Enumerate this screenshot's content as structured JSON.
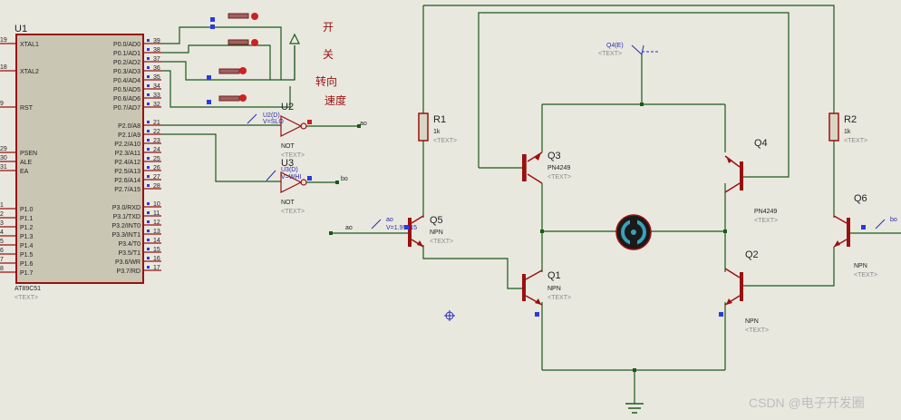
{
  "mcu": {
    "ref": "U1",
    "part": "AT89C51",
    "text_placeholder": "<TEXT>",
    "left_pins": [
      {
        "num": "19",
        "name": "XTAL1"
      },
      {
        "num": "18",
        "name": "XTAL2"
      },
      {
        "num": "9",
        "name": "RST"
      },
      {
        "num": "29",
        "name": "PSEN"
      },
      {
        "num": "30",
        "name": "ALE"
      },
      {
        "num": "31",
        "name": "EA"
      },
      {
        "num": "1",
        "name": "P1.0"
      },
      {
        "num": "2",
        "name": "P1.1"
      },
      {
        "num": "3",
        "name": "P1.2"
      },
      {
        "num": "4",
        "name": "P1.3"
      },
      {
        "num": "5",
        "name": "P1.4"
      },
      {
        "num": "6",
        "name": "P1.5"
      },
      {
        "num": "7",
        "name": "P1.6"
      },
      {
        "num": "8",
        "name": "P1.7"
      }
    ],
    "right_pins": [
      {
        "num": "39",
        "name": "P0.0/AD0"
      },
      {
        "num": "38",
        "name": "P0.1/AD1"
      },
      {
        "num": "37",
        "name": "P0.2/AD2"
      },
      {
        "num": "36",
        "name": "P0.3/AD3"
      },
      {
        "num": "35",
        "name": "P0.4/AD4"
      },
      {
        "num": "34",
        "name": "P0.5/AD5"
      },
      {
        "num": "33",
        "name": "P0.6/AD6"
      },
      {
        "num": "32",
        "name": "P0.7/AD7"
      },
      {
        "num": "21",
        "name": "P2.0/A8"
      },
      {
        "num": "22",
        "name": "P2.1/A9"
      },
      {
        "num": "23",
        "name": "P2.2/A10"
      },
      {
        "num": "24",
        "name": "P2.3/A11"
      },
      {
        "num": "25",
        "name": "P2.4/A12"
      },
      {
        "num": "26",
        "name": "P2.5/A13"
      },
      {
        "num": "27",
        "name": "P2.6/A14"
      },
      {
        "num": "28",
        "name": "P2.7/A15"
      },
      {
        "num": "10",
        "name": "P3.0/RXD"
      },
      {
        "num": "11",
        "name": "P3.1/TXD"
      },
      {
        "num": "12",
        "name": "P3.2/INT0"
      },
      {
        "num": "13",
        "name": "P3.3/INT1"
      },
      {
        "num": "14",
        "name": "P3.4/T0"
      },
      {
        "num": "15",
        "name": "P3.5/T1"
      },
      {
        "num": "16",
        "name": "P3.6/WR"
      },
      {
        "num": "17",
        "name": "P3.7/RD"
      }
    ]
  },
  "labels": {
    "switch": "开",
    "off": "关",
    "direction": "转向",
    "speed": "速度"
  },
  "gates": [
    {
      "ref": "U2",
      "probe": "U2(D)",
      "probe_val": "V=SLO",
      "type": "NOT",
      "text": "<TEXT>",
      "out_net": "ao"
    },
    {
      "ref": "U3",
      "probe": "U3(D)",
      "probe_val": "V=WHI",
      "type": "NOT",
      "text": "<TEXT>",
      "out_net": "bo"
    }
  ],
  "resistors": [
    {
      "ref": "R1",
      "value": "1k",
      "text": "<TEXT>"
    },
    {
      "ref": "R2",
      "value": "1k",
      "text": "<TEXT>"
    }
  ],
  "transistors": [
    {
      "ref": "Q3",
      "type": "PN4249",
      "text": "<TEXT>"
    },
    {
      "ref": "Q4",
      "type": "PN4249",
      "text": "<TEXT>"
    },
    {
      "ref": "Q1",
      "type": "NPN",
      "text": "<TEXT>"
    },
    {
      "ref": "Q2",
      "type": "NPN",
      "text": "<TEXT>"
    },
    {
      "ref": "Q5",
      "type": "NPN",
      "text": "<TEXT>"
    },
    {
      "ref": "Q6",
      "type": "NPN",
      "text": "<TEXT>"
    }
  ],
  "probes": {
    "q4e": {
      "label": "Q4(E)",
      "text": "<TEXT>"
    },
    "q5_probe": {
      "label": "ao",
      "value": "V=1.99915"
    },
    "q6_probe": {
      "label": "bo"
    },
    "net_ao_left": "ao"
  },
  "watermark": "CSDN @电子开发圈"
}
